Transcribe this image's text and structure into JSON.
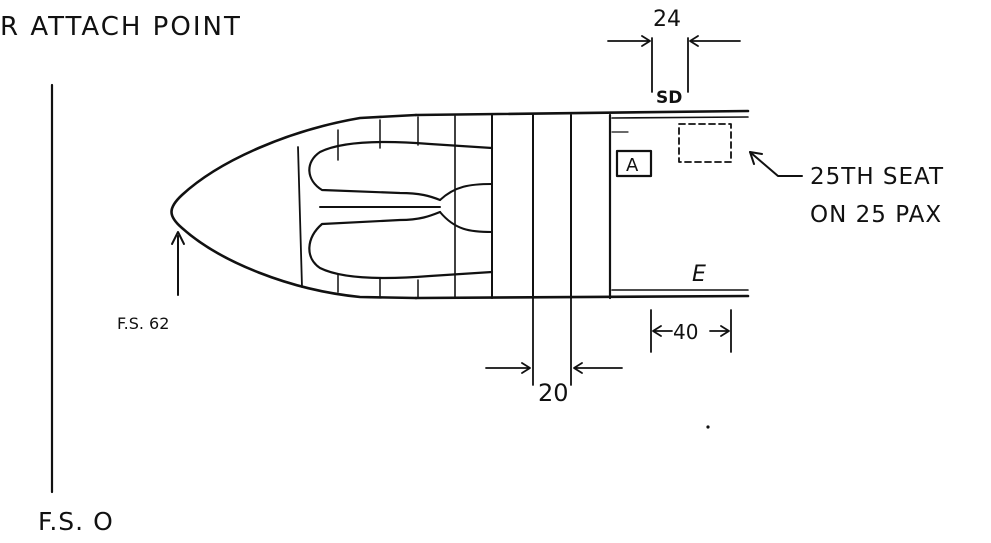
{
  "labels": {
    "title": "R ATTACH POINT",
    "fs0": "F.S. O",
    "fs62": "F.S. 62",
    "dim_top": "24",
    "dim_bottom": "20",
    "dim_right": "40",
    "door_sd": "SD",
    "door_e": "E",
    "box_a": "A",
    "note_line1": "25TH SEAT",
    "note_line2": "ON 25 PAX"
  }
}
